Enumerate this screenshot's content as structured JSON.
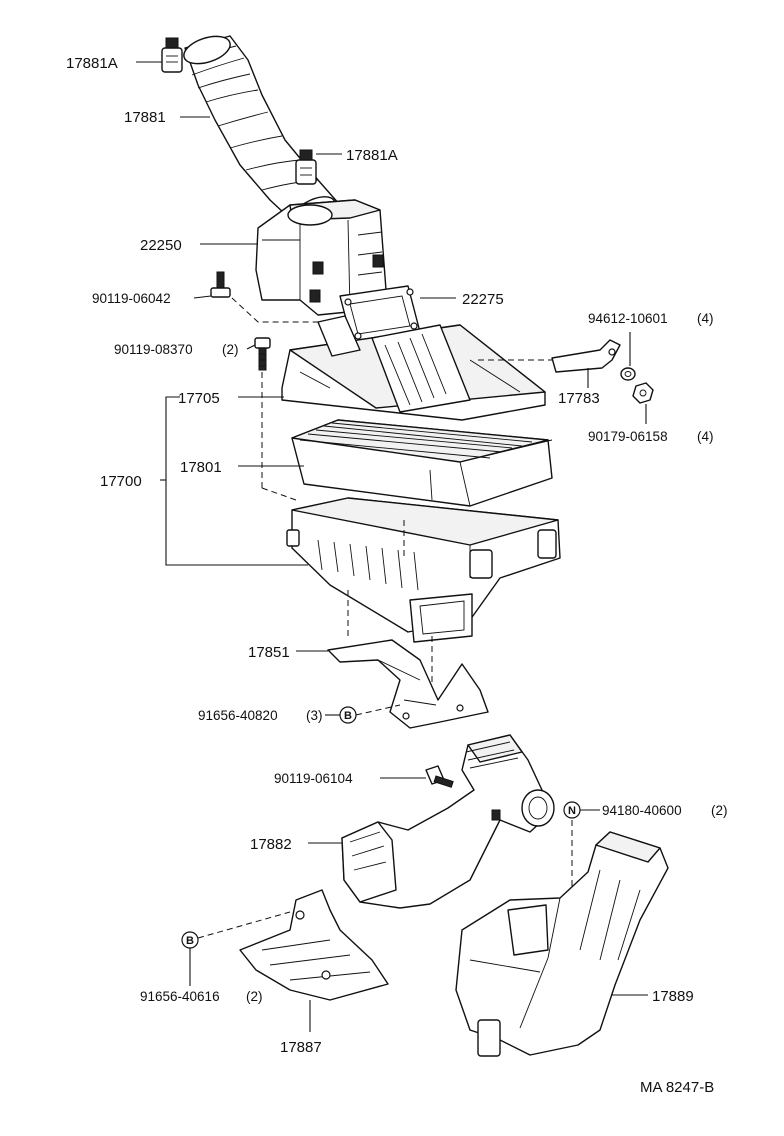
{
  "labels": {
    "p17881A_top": "17881A",
    "p17881": "17881",
    "p17881A_mid": "17881A",
    "p22250": "22250",
    "p90119_06042": "90119-06042",
    "p22275": "22275",
    "p94612": "94612-10601",
    "p94612_qty": "(4)",
    "p90119_08370": "90119-08370",
    "p90119_08370_qty": "(2)",
    "p17705": "17705",
    "p17783": "17783",
    "p90179": "90179-06158",
    "p90179_qty": "(4)",
    "p17700": "17700",
    "p17801": "17801",
    "p17851": "17851",
    "p91656_40820": "91656-40820",
    "p91656_40820_qty": "(3)",
    "p90119_06104": "90119-06104",
    "p94180": "94180-40600",
    "p94180_qty": "(2)",
    "p17882": "17882",
    "p91656_40616": "91656-40616",
    "p91656_40616_qty": "(2)",
    "p17889": "17889",
    "p17887": "17887",
    "ref_code": "MA 8247-B"
  },
  "markers": {
    "b_upper": "B",
    "b_lower": "B",
    "n_marker": "N"
  }
}
